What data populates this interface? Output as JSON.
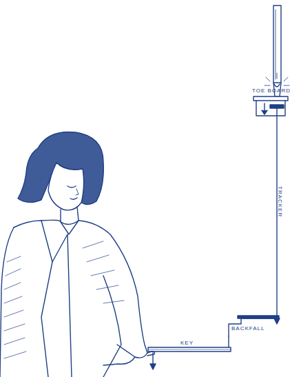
{
  "diagram": {
    "labels": [
      "TOE BOARD",
      "TRACKER",
      "BACKFALL",
      "KEY"
    ]
  }
}
